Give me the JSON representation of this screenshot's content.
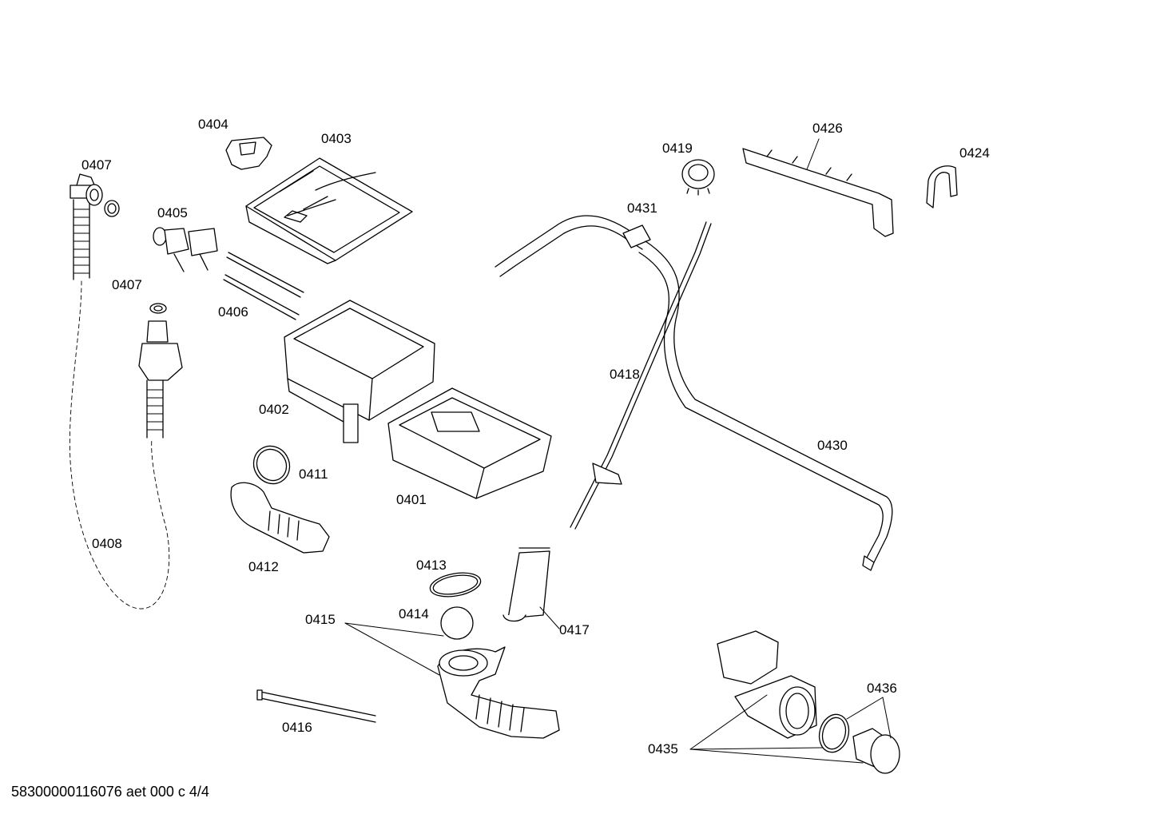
{
  "labels": {
    "p0401": "0401",
    "p0402": "0402",
    "p0403": "0403",
    "p0404": "0404",
    "p0405": "0405",
    "p0406": "0406",
    "p0407a": "0407",
    "p0407b": "0407",
    "p0408": "0408",
    "p0411": "0411",
    "p0412": "0412",
    "p0413": "0413",
    "p0414": "0414",
    "p0415": "0415",
    "p0416": "0416",
    "p0417": "0417",
    "p0418": "0418",
    "p0419": "0419",
    "p0424": "0424",
    "p0426": "0426",
    "p0430": "0430",
    "p0431": "0431",
    "p0435": "0435",
    "p0436": "0436"
  },
  "footer": "58300000116076 aet 000 c 4/4"
}
